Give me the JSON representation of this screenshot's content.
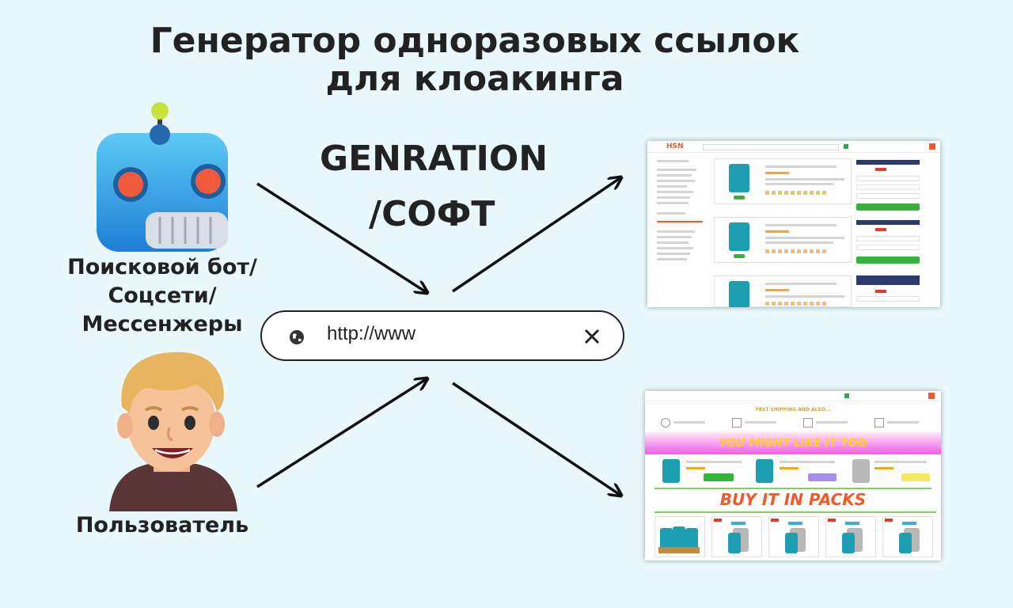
{
  "title": {
    "line1": "Генератор одноразовых ссылок",
    "line2": "для клоакинга"
  },
  "center_label": {
    "line1": "GENRATION",
    "line2": "/СОФТ"
  },
  "actors": {
    "bot": {
      "line1": "Поисковой бот/",
      "line2": "Соцсети/",
      "line3": "Мессенжеры"
    },
    "user": {
      "label": "Пользователь"
    }
  },
  "url_bar": {
    "url": "http://www",
    "globe_icon": "globe-icon",
    "close_icon": "close-icon"
  },
  "screenshots": {
    "top": {
      "logo": "HSN"
    },
    "bottom": {
      "banner_small": "FAST SHIPPING AND ALSO...",
      "banner_1": "YOU MIGHT LIKE IT TOO",
      "banner_2": "BUY IT IN PACKS"
    }
  },
  "colors": {
    "background": "#e9f8fd",
    "accent_green": "#34b53a",
    "accent_orange": "#ef5a26",
    "banner_pink": "#f05ee6",
    "banner_yellow": "#fbd11b",
    "product_teal": "#1c9fb1"
  }
}
